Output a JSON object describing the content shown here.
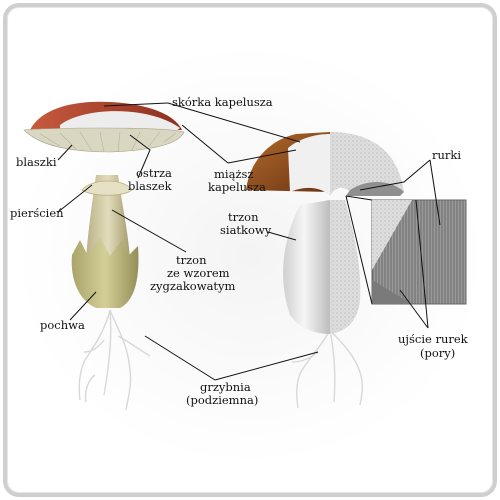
{
  "labels": {
    "skorka": "skórka kapelusza",
    "blaszki": "blaszki",
    "ostrza_1": "ostrza",
    "ostrza_2": "blaszek",
    "miazsz_1": "miąższ",
    "miazsz_2": "kapelusza",
    "rurki": "rurki",
    "pierscien": "pierścień",
    "trzon_siat_1": "trzon",
    "trzon_siat_2": "siatkowy",
    "trzon_zyg_1": "trzon",
    "trzon_zyg_2": "ze wzorem",
    "trzon_zyg_3": "zygzakowatym",
    "pochwa": "pochwa",
    "ujscie_1": "ujście rurek",
    "ujscie_2": "(pory)",
    "grzybnia_1": "grzybnia",
    "grzybnia_2": "(podziemna)"
  },
  "colors": {
    "frame": "#cfcfcf",
    "cap_red": "#b0412d",
    "cap_brown": "#8a4a1f",
    "stem_cream": "#d9d3b0",
    "flesh_white": "#f2f2f2",
    "gills": "#c9c7b2"
  }
}
